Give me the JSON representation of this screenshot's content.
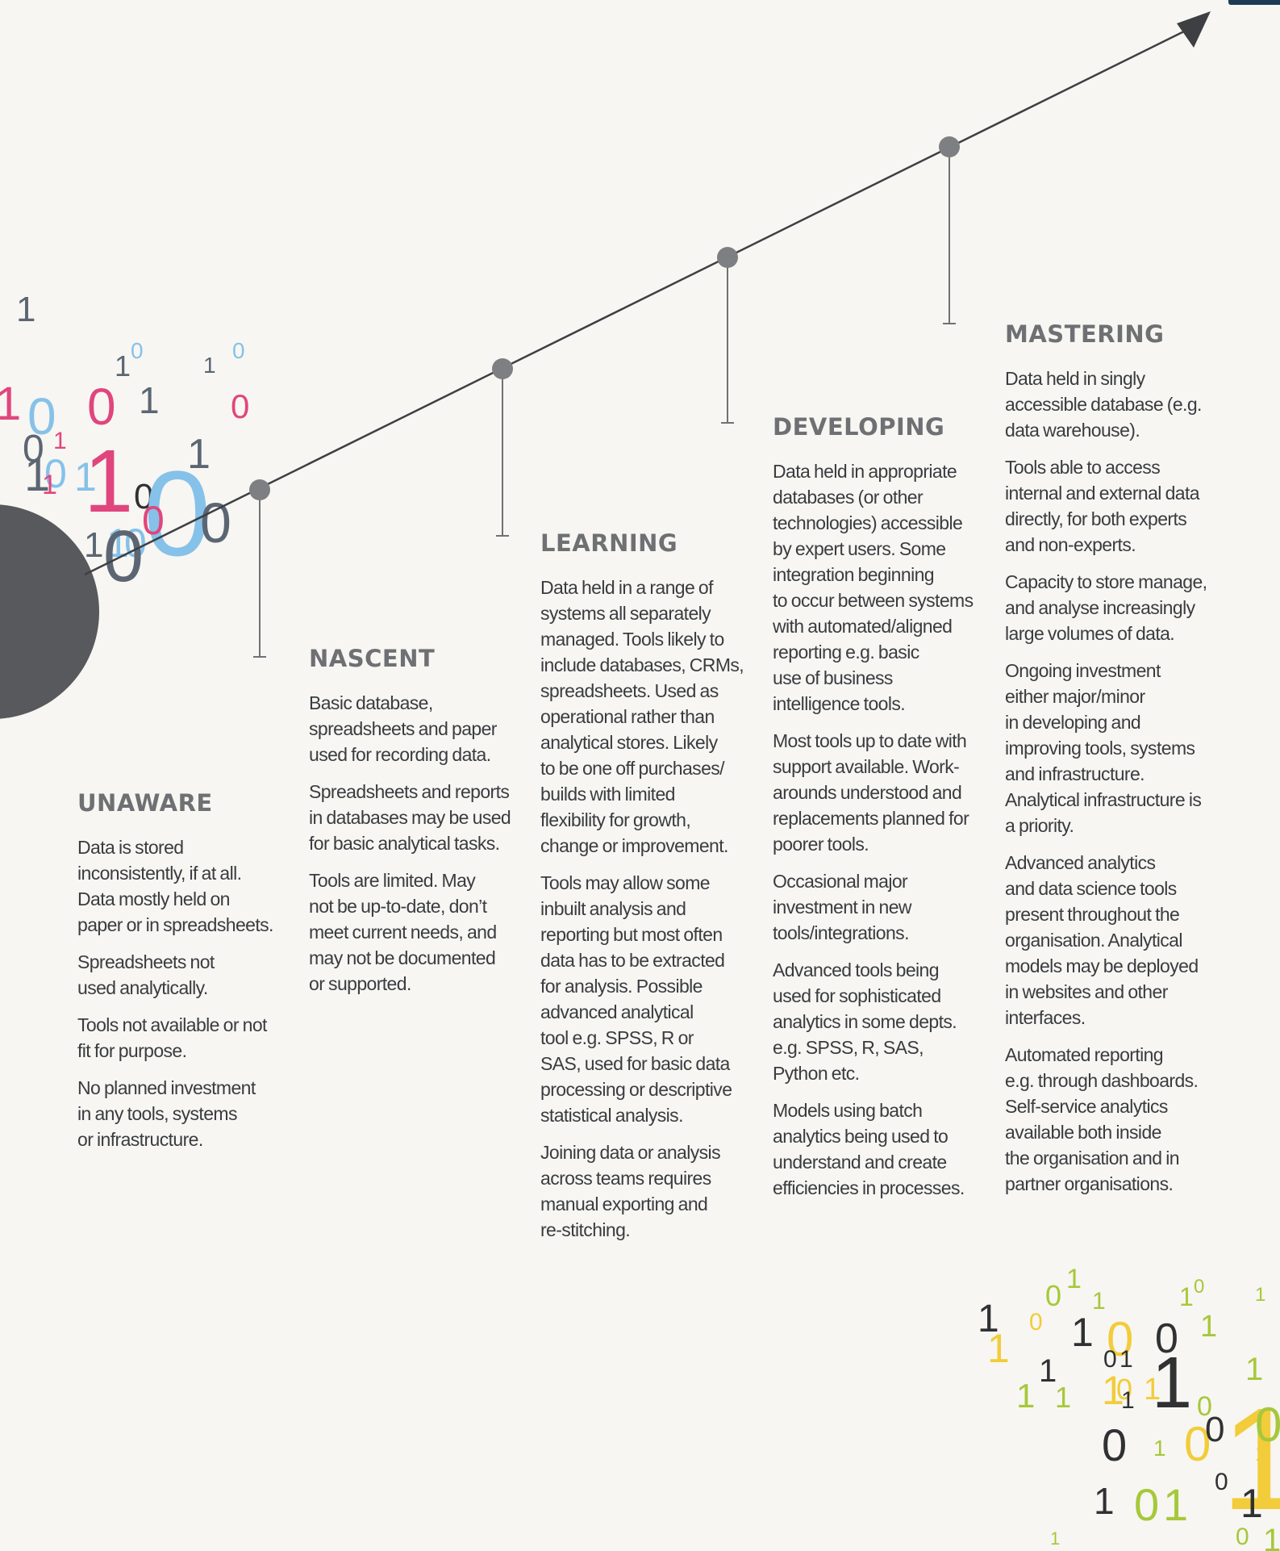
{
  "stages": [
    {
      "id": "unaware",
      "title": "UNAWARE",
      "paragraphs": [
        "Data is stored\ninconsistently, if at all.\nData mostly held on\npaper or in spreadsheets.",
        "Spreadsheets not\nused analytically.",
        "Tools not available or not\nfit for purpose.",
        "No planned investment\nin any tools, systems\nor infrastructure."
      ]
    },
    {
      "id": "nascent",
      "title": "NASCENT",
      "paragraphs": [
        "Basic database,\nspreadsheets and paper\nused for recording data.",
        "Spreadsheets and reports\nin databases may be used\nfor basic analytical tasks.",
        "Tools are limited.  May\nnot be up-to-date, don’t\nmeet current needs, and\nmay not be documented\nor supported."
      ]
    },
    {
      "id": "learning",
      "title": "LEARNING",
      "paragraphs": [
        "Data held in a range of\nsystems all separately\nmanaged. Tools likely to\ninclude databases, CRMs,\nspreadsheets. Used as\noperational rather than\nanalytical stores. Likely\nto be one off purchases/\nbuilds with limited\nflexibility for growth,\nchange or improvement.",
        "Tools may allow some\ninbuilt analysis and\nreporting but most often\ndata has to be extracted\nfor analysis. Possible\nadvanced analytical\ntool e.g. SPSS, R or\nSAS, used for basic data\nprocessing or descriptive\nstatistical analysis.",
        "Joining data or analysis\nacross teams requires\nmanual exporting and\nre-stitching."
      ]
    },
    {
      "id": "developing",
      "title": "DEVELOPING",
      "paragraphs": [
        "Data held in appropriate\ndatabases (or other\ntechnologies) accessible\nby expert users. Some\nintegration beginning\nto occur between systems\nwith automated/aligned\nreporting e.g. basic\nuse of business\nintelligence tools.",
        "Most tools up to date with\nsupport available. Work-\narounds understood and\nreplacements planned for\npoorer tools.",
        "Occasional major\ninvestment in new\ntools/integrations.",
        "Advanced tools being\nused for sophisticated\nanalytics in some depts.\ne.g. SPSS, R, SAS,\nPython etc.",
        "Models using batch\nanalytics being used to\nunderstand and create\nefficiencies in processes."
      ]
    },
    {
      "id": "mastering",
      "title": "MASTERING",
      "paragraphs": [
        "Data held in singly\naccessible database (e.g.\ndata warehouse).",
        "Tools able to access\ninternal and external data\ndirectly, for both experts\nand non-experts.",
        "Capacity to store manage,\nand analyse increasingly\nlarge volumes of data.",
        "Ongoing investment\neither major/minor\nin developing and\nimproving tools, systems\nand infrastructure.\nAnalytical infrastructure is\na priority.",
        "Advanced analytics\nand data science tools\npresent throughout the\norganisation. Analytical\nmodels may be deployed\nin websites and other\ninterfaces.",
        "Automated reporting\ne.g. through dashboards.\nSelf-service analytics\navailable both inside\nthe organisation and in\npartner organisations."
      ]
    }
  ],
  "colors": {
    "background": "#f7f6f2",
    "line": "#3d3f43",
    "node": "#7d7f82",
    "connector": "#6f7174",
    "circle": "#57595c",
    "digit_pink": "#e0467d",
    "digit_blue": "#86c1e9",
    "digit_slate": "#5c6673",
    "digit_dark": "#2f3133",
    "digit_yellow": "#f2cc3a",
    "digit_green": "#a6c83a"
  },
  "decor": {
    "binary_digits": [
      "1",
      "0"
    ]
  }
}
